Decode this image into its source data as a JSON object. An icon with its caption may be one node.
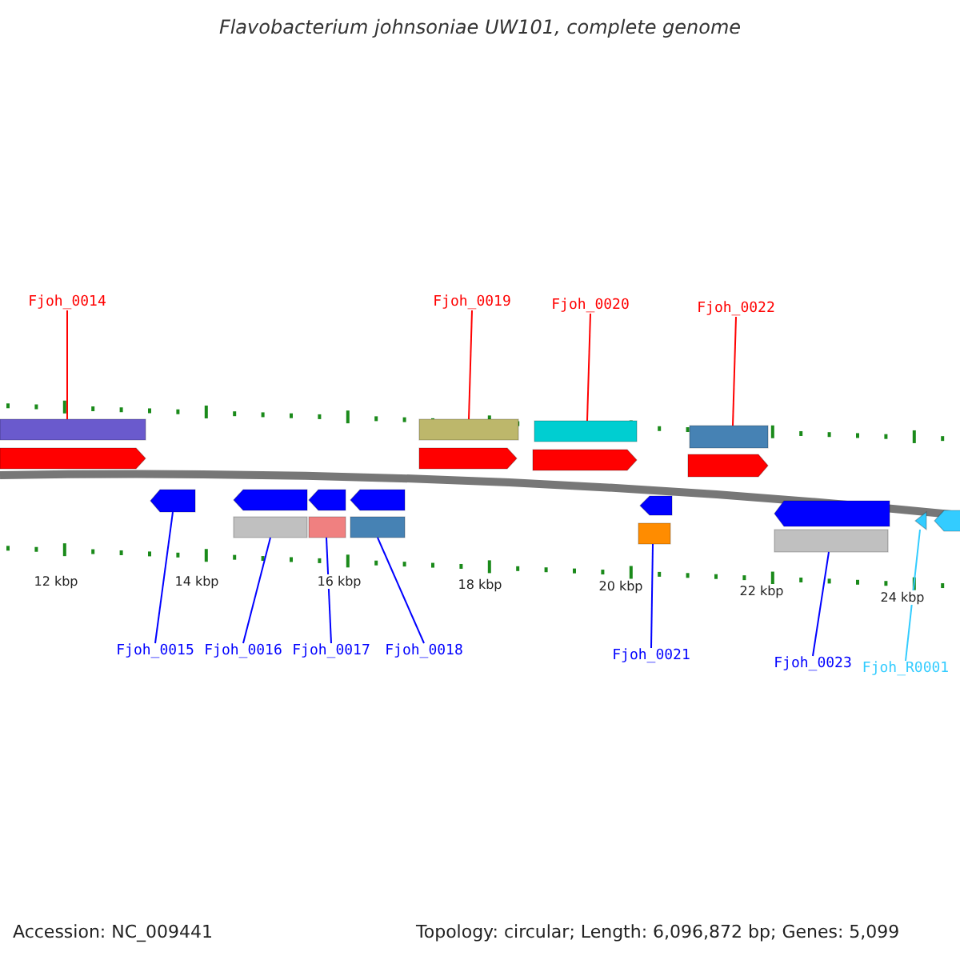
{
  "diagram": {
    "title": "Flavobacterium johnsoniae UW101, complete genome",
    "nodes": [
      {
        "text": [
          "Fjoh_0014"
        ]
      },
      {
        "text": [
          "Fjoh_0019"
        ]
      },
      {
        "text": [
          "Fjoh_0020"
        ]
      },
      {
        "text": [
          "Fjoh_0022"
        ]
      },
      {
        "text": [],
        "shape": "bar"
      },
      {
        "text": [],
        "shape": "bar"
      },
      {
        "text": [],
        "shape": "bar"
      },
      {
        "text": [],
        "shape": "bar"
      },
      {
        "text": [],
        "shape": "arrow"
      },
      {
        "text": [],
        "shape": "bar"
      },
      {
        "text": [],
        "shape": "bar"
      },
      {
        "text": [],
        "shape": "bar"
      },
      {
        "text": [],
        "shape": "bar"
      },
      {
        "text": [],
        "shape": "bar"
      },
      {
        "text": [],
        "shape": "triangle"
      },
      {
        "text": [
          "Fjoh_0015"
        ]
      },
      {
        "text": [
          "Fjoh_0016"
        ]
      },
      {
        "text": [
          "Fjoh_0017"
        ]
      },
      {
        "text": [
          "Fjoh_0018"
        ]
      },
      {
        "text": [
          "Fjoh_0021"
        ]
      },
      {
        "text": [
          "Fjoh_0023"
        ]
      },
      {
        "text": [
          "Fjoh_R0001"
        ]
      }
    ],
    "edges": [
      {
        "from": 0,
        "to": 4,
        "arrow": "none",
        "color": "#ff0000"
      },
      {
        "from": 1,
        "to": 5,
        "arrow": "none",
        "color": "#ff0000"
      },
      {
        "from": 2,
        "to": 6,
        "arrow": "none",
        "color": "#ff0000"
      },
      {
        "from": 3,
        "to": 7,
        "arrow": "none",
        "color": "#ff0000"
      },
      {
        "from": 15,
        "to": 8,
        "arrow": "none"
      },
      {
        "from": 16,
        "to": 9,
        "arrow": "none"
      },
      {
        "from": 17,
        "to": 10,
        "arrow": "none"
      },
      {
        "from": 18,
        "to": 11,
        "arrow": "none"
      },
      {
        "from": 19,
        "to": 12,
        "arrow": "none"
      },
      {
        "from": 20,
        "to": 13,
        "arrow": "none"
      },
      {
        "from": 21,
        "to": 14,
        "arrow": "none",
        "color": "#33ccff"
      }
    ],
    "labels": [
      "12 kbp",
      "14 kbp",
      "16 kbp",
      "18 kbp",
      "20 kbp",
      "22 kbp",
      "24 kbp",
      "Accession: NC_009441",
      "Topology: circular; Length: 6,096,872 bp; Genes: 5,099"
    ]
  }
}
